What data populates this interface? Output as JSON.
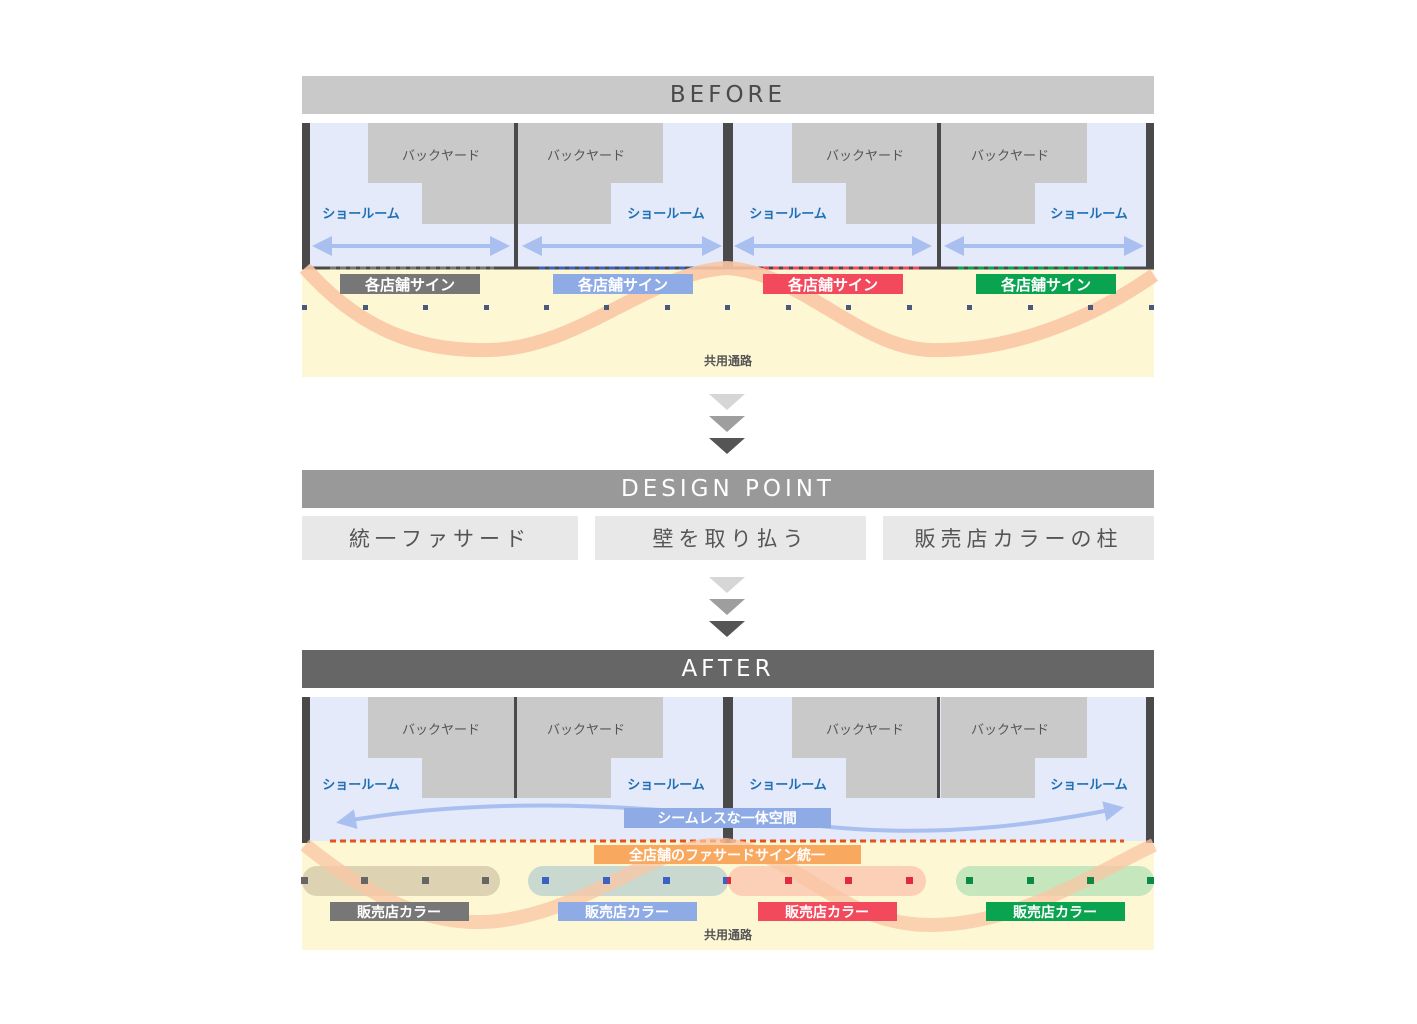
{
  "before": {
    "title": "BEFORE",
    "backyard_label": "バックヤード",
    "showroom_label": "ショールーム",
    "sign_label": "各店舗サイン",
    "corridor_label": "共用通路"
  },
  "design_point": {
    "title": "DESIGN POINT",
    "points": [
      "統一ファサード",
      "壁を取り払う",
      "販売店カラーの柱"
    ]
  },
  "after": {
    "title": "AFTER",
    "backyard_label": "バックヤード",
    "showroom_label": "ショールーム",
    "seamless_label": "シームレスな一体空間",
    "facade_label": "全店舗のファサードサイン統一",
    "dealer_color_label": "販売店カラー",
    "corridor_label": "共用通路"
  },
  "colors": {
    "store_1": "#777777",
    "store_2": "#8fabe6",
    "store_3": "#f2495c",
    "store_4": "#0aa34f",
    "flow": "#f9c6a4",
    "corridor": "#fdf7d3",
    "showroom": "#e4eaf9",
    "backyard": "#c9c9c9",
    "facade_sign": "#f9a85f"
  }
}
